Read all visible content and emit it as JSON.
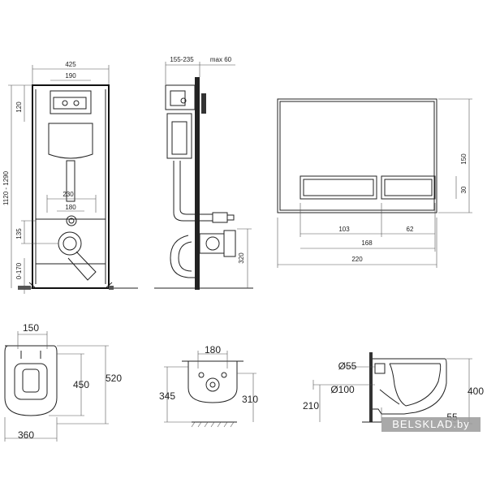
{
  "frame_front": {
    "width_overall": "425",
    "width_plate": "190",
    "height_top": "120",
    "height_range": "1120 - 1290",
    "spacing_230": "230",
    "spacing_180": "180",
    "height_135": "135",
    "range_0_170": "0-170"
  },
  "frame_side": {
    "depth_range": "155-235",
    "depth_max": "max 60",
    "height_320": "320"
  },
  "flush_plate": {
    "height_150": "150",
    "height_30": "30",
    "width_103": "103",
    "width_62": "62",
    "width_168": "168",
    "width_220": "220"
  },
  "bowl_top": {
    "width_150": "150",
    "depth_450": "450",
    "depth_520": "520",
    "width_360": "360"
  },
  "bowl_back": {
    "width_180": "180",
    "height_345": "345",
    "height_310": "310"
  },
  "bowl_side": {
    "dia_55": "Ø55",
    "dia_100": "Ø100",
    "height_210": "210",
    "height_55": "55",
    "height_400": "400"
  },
  "watermark": "BELSKLAD.by",
  "colors": {
    "line": "#222222",
    "background": "#ffffff",
    "watermark_bg": "#9a9a9a"
  }
}
